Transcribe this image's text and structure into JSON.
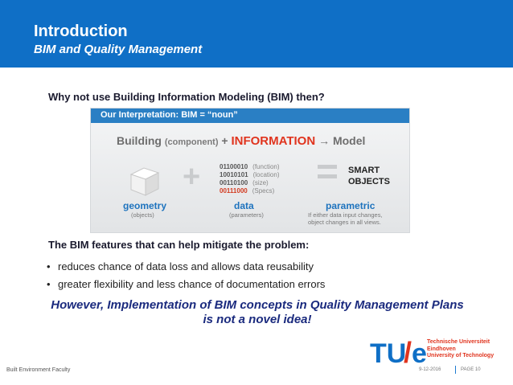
{
  "header": {
    "title": "Introduction",
    "subtitle": "BIM and Quality Management"
  },
  "question": "Why not use Building Information Modeling (BIM) then?",
  "figure": {
    "band_text": "Our Interpretation:  BIM = “noun”",
    "formula_building": "Building",
    "formula_component": "(component)",
    "formula_plus": "+",
    "formula_information": "INFORMATION",
    "formula_arrow": "→",
    "formula_model": "Model",
    "plus_sign": "+",
    "bits": [
      {
        "code": "01100010",
        "label": "(function)"
      },
      {
        "code": "10010101",
        "label": "(location)"
      },
      {
        "code": "00110100",
        "label": "(size)"
      },
      {
        "code": "00111000",
        "label": "(Specs)"
      }
    ],
    "smart_line1": "SMART",
    "smart_line2": "OBJECTS",
    "col_geometry": "geometry",
    "col_geometry_sub": "(objects)",
    "col_data": "data",
    "col_data_sub": "(parameters)",
    "col_parametric": "parametric",
    "col_parametric_sub1": "If either data input changes,",
    "col_parametric_sub2": "object changes in all views."
  },
  "features_heading": "The BIM features that can help mitigate the problem:",
  "bullets": [
    "reduces chance of data loss and allows data reusability",
    "greater flexibility and less chance of documentation errors"
  ],
  "bullet_symbol": "•",
  "conclusion_line1": "However, Implementation of BIM concepts in Quality Management Plans",
  "conclusion_line2": "is not a novel idea!",
  "logo": {
    "mark_tu": "TU",
    "mark_slash": "/",
    "mark_e": "e",
    "line1": "Technische Universiteit",
    "line2": "Eindhoven",
    "line3": "University of Technology"
  },
  "footer": {
    "faculty": "Built Environment Faculty",
    "date": "9-12-2016",
    "page": "PAGE 10"
  },
  "colors": {
    "header_blue": "#0f6fc6",
    "tue_red": "#e0341e",
    "conclusion_navy": "#1a2a7e"
  }
}
